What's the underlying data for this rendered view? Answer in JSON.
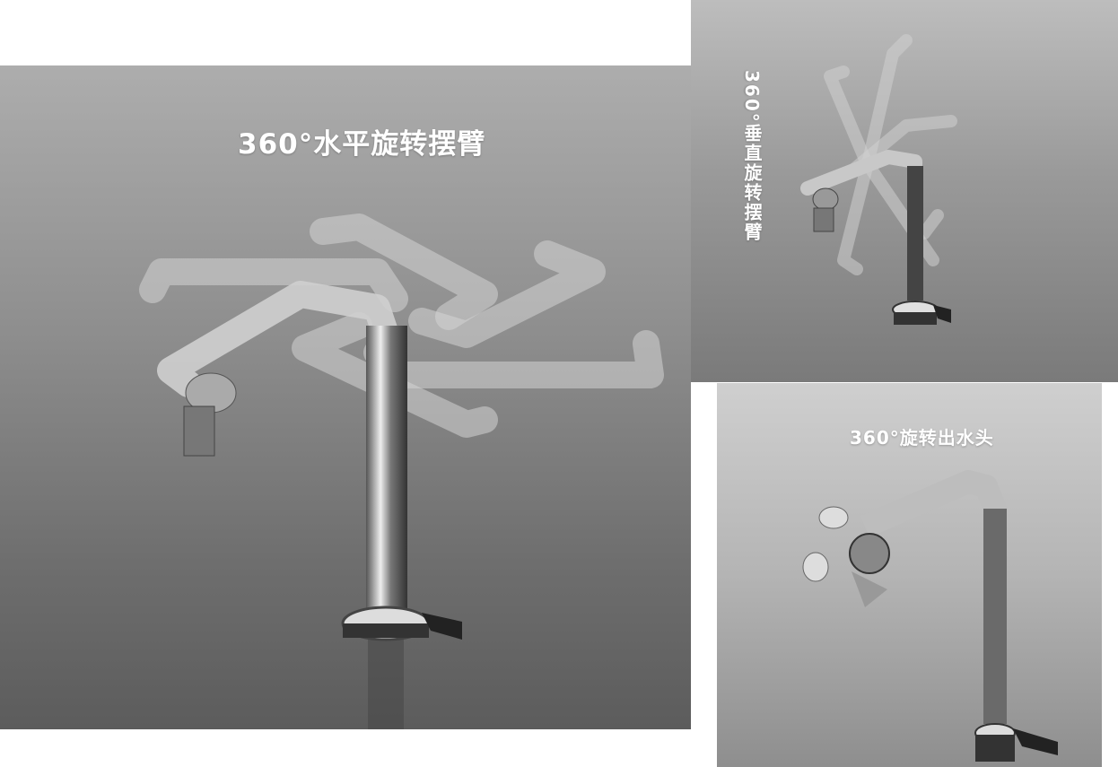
{
  "panels": [
    {
      "title": "360°水平旋转摆臂"
    },
    {
      "title": "360°垂直旋转摆臂"
    },
    {
      "title": "360°旋转出水头"
    }
  ]
}
